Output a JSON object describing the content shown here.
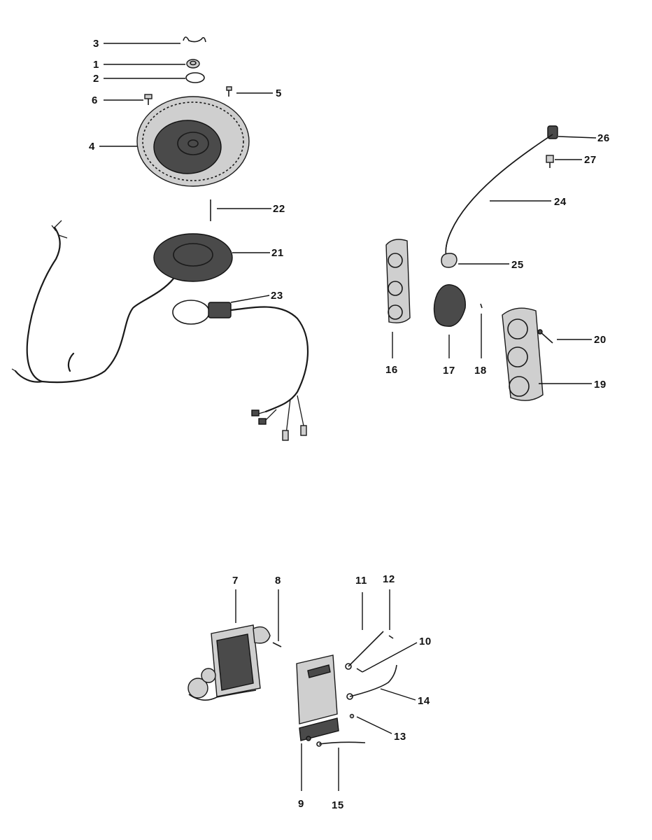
{
  "diagram": {
    "callouts": [
      "1",
      "2",
      "3",
      "4",
      "5",
      "6",
      "7",
      "8",
      "9",
      "10",
      "11",
      "12",
      "13",
      "14",
      "15",
      "16",
      "17",
      "18",
      "19",
      "20",
      "21",
      "22",
      "23",
      "24",
      "25",
      "26",
      "27"
    ]
  },
  "colors": {
    "ink": "#111111",
    "paper": "#ffffff",
    "part_fill": "#cfcfcf",
    "part_dark": "#4a4a4a"
  }
}
